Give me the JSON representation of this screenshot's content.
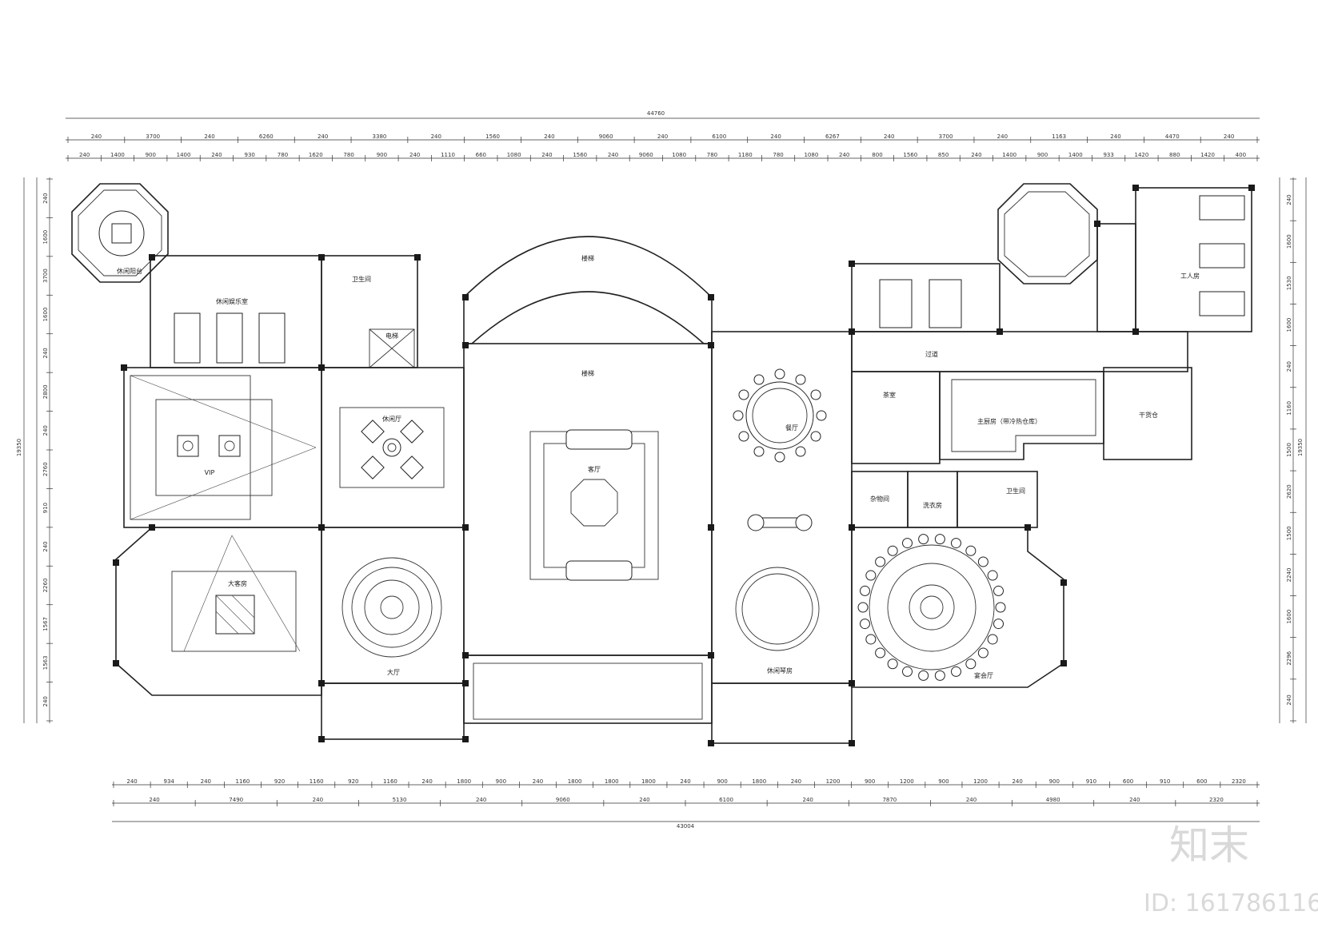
{
  "dimensions": {
    "top_total": "44760",
    "top_row1": [
      "240",
      "3700",
      "240",
      "6260",
      "240",
      "3380",
      "240",
      "1560",
      "240",
      "9060",
      "240",
      "6100",
      "240",
      "6267",
      "240",
      "3700",
      "240",
      "1163",
      "240",
      "4470",
      "240"
    ],
    "top_row2": [
      "240",
      "1400",
      "900",
      "1400",
      "240",
      "930",
      "780",
      "1620",
      "780",
      "900",
      "240",
      "1110",
      "660",
      "1080",
      "240",
      "1560",
      "240",
      "9060",
      "1080",
      "780",
      "1180",
      "780",
      "1080",
      "240",
      "800",
      "1560",
      "850",
      "240",
      "1400",
      "900",
      "1400",
      "933",
      "1420",
      "880",
      "1420",
      "400"
    ],
    "bottom_row1": [
      "240",
      "934",
      "240",
      "1160",
      "920",
      "1160",
      "920",
      "1160",
      "240",
      "1800",
      "900",
      "240",
      "1800",
      "1800",
      "1800",
      "240",
      "900",
      "1800",
      "240",
      "1200",
      "900",
      "1200",
      "900",
      "1200",
      "240",
      "900",
      "910",
      "600",
      "910",
      "600",
      "2320"
    ],
    "bottom_row2": [
      "240",
      "7490",
      "240",
      "5130",
      "240",
      "9060",
      "240",
      "6100",
      "240",
      "7870",
      "240",
      "4980",
      "240",
      "2320"
    ],
    "bottom_total": "43004",
    "left_col": [
      "240",
      "1600",
      "3700",
      "1600",
      "240",
      "2800",
      "240",
      "2760",
      "910",
      "240",
      "2260",
      "1567",
      "1563",
      "240"
    ],
    "left_total": "19350",
    "right_col": [
      "240",
      "1600",
      "1530",
      "1600",
      "240",
      "1160",
      "1500",
      "2620",
      "1500",
      "2240",
      "1600",
      "2296",
      "240"
    ],
    "right_total": "19350"
  },
  "rooms": {
    "top_left_octagon": "休闲阳台",
    "lounge": "休闲娱乐室",
    "wc_small": "卫生间",
    "elevator": "电梯",
    "vip": "VIP",
    "leisure_hall": "休闲厅",
    "stair_top": "楼梯",
    "stair_bottom": "楼梯",
    "living_room": "客厅",
    "dining_room": "餐厅",
    "corridor": "过道",
    "tea": "茶室",
    "kitchen": "主厨房（带冷热仓库）",
    "dry_storage": "干货仓",
    "staff_wc": "卫生间",
    "storage_small": "杂物间",
    "laundry": "洗衣房",
    "staff_room": "工人房",
    "large_room": "大客房",
    "hall": "大厅",
    "music": "休闲琴房",
    "banquet": "宴会厅"
  },
  "watermark": {
    "logo": "知末",
    "id_text": "ID: 161786116"
  }
}
